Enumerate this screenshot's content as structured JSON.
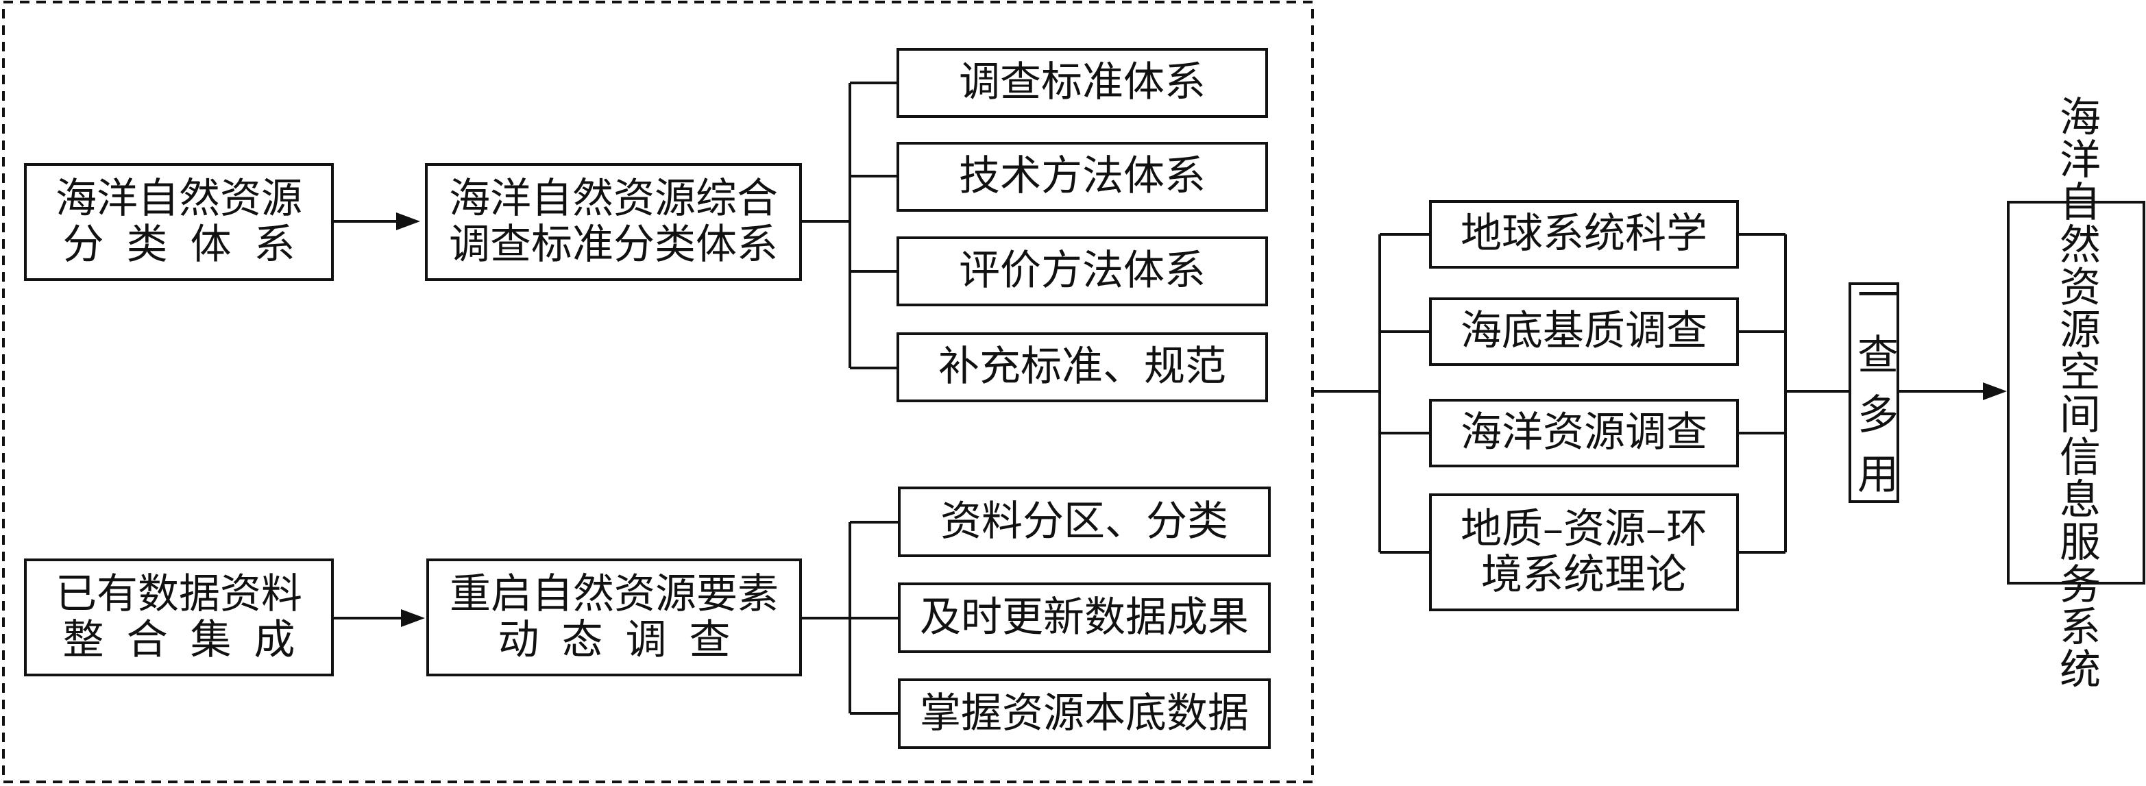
{
  "diagram": {
    "left_group": {
      "source_top": {
        "line1": "海洋自然资源",
        "line2": "分类体系"
      },
      "target_top": {
        "line1": "海洋自然资源综合",
        "line2": "调查标准分类体系"
      },
      "source_bottom": {
        "line1": "已有数据资料",
        "line2": "整合集成"
      },
      "target_bottom": {
        "line1": "重启自然资源要素",
        "line2": "动态调查"
      },
      "top_branches": [
        "调查标准体系",
        "技术方法体系",
        "评价方法体系",
        "补充标准、规范"
      ],
      "bottom_branches": [
        "资料分区、分类",
        "及时更新数据成果",
        "掌握资源本底数据"
      ]
    },
    "middle_group": {
      "items": [
        "地球系统科学",
        "海底基质调查",
        "海洋资源调查"
      ],
      "last_item": {
        "line1": "地质–资源–环",
        "line2": "境系统理论"
      }
    },
    "multi_use": "一查多用",
    "final_output": "海洋自然资源空间信息服务系统",
    "colors": {
      "line": "#111111",
      "background": "#ffffff"
    }
  }
}
